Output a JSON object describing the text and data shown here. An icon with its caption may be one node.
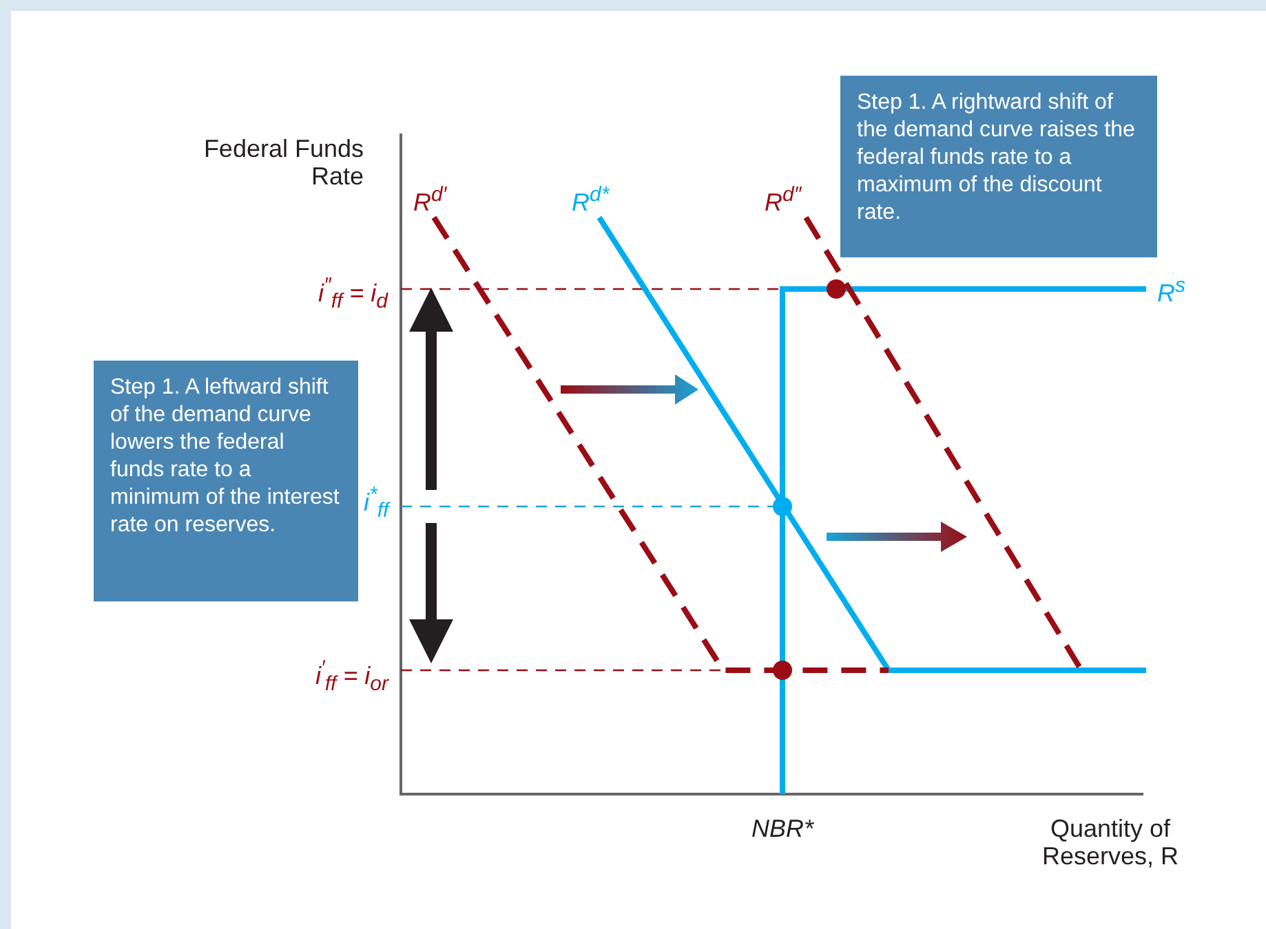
{
  "diagram": {
    "nodes": [
      {
        "text": [
          "Step 1. A rightward shift of the demand curve raises the federal funds rate to a maximum of the discount rate."
        ]
      },
      {
        "text": [
          "Step 1. A leftward shift of the demand curve lowers the federal funds rate to a minimum of the interest rate on reserves."
        ]
      }
    ],
    "labels": [
      "Federal Funds Rate",
      "R$^{d′}$",
      "R$^{d*}$",
      "R$^{d″}$",
      "i$^{″}$$_{ff}$ = i$_{d}$",
      "R$^{s}$",
      "i$^{*}$$_{ff}$",
      "i$^{′}$$_{ff}$ = i$_{or}$",
      "NBR*",
      "Quantity of Reserves, R"
    ]
  }
}
